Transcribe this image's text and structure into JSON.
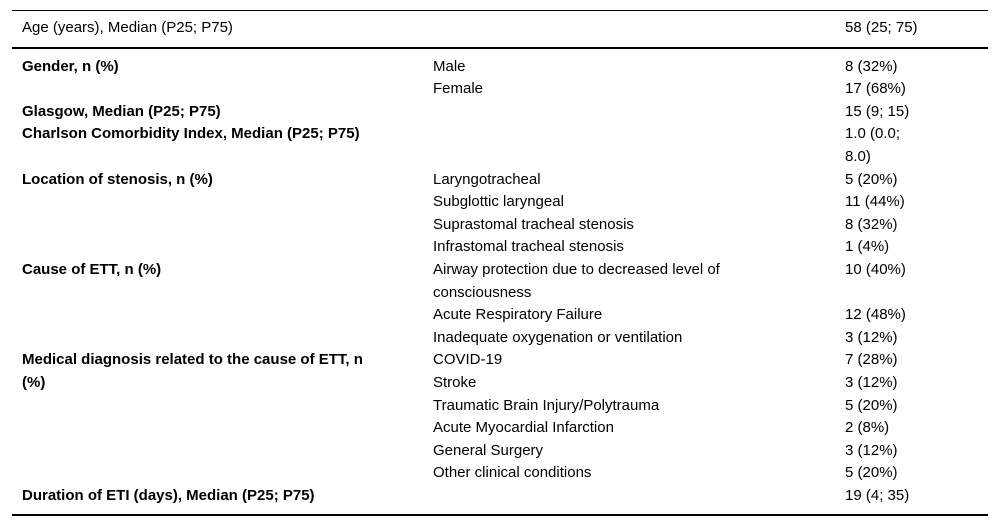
{
  "colors": {
    "background": "#ffffff",
    "text": "#000000",
    "rule": "#000000"
  },
  "table": {
    "rows": [
      {
        "label": "Age (years), Median (P25; P75)",
        "category": "",
        "value": "58 (25; 75)"
      },
      {
        "label": "Gender, n (%)",
        "category": "Male",
        "value": "8 (32%)"
      },
      {
        "category": "Female",
        "value": "17 (68%)"
      },
      {
        "label": "Glasgow, Median (P25; P75)",
        "category": "",
        "value": "15 (9; 15)"
      },
      {
        "label": "Charlson Comorbidity Index, Median (P25; P75)",
        "category": "",
        "value": "1.0 (0.0;\n8.0)"
      },
      {
        "label": "Location of stenosis, n (%)",
        "category": "Laryngotracheal",
        "value": "5 (20%)"
      },
      {
        "category": "Subglottic laryngeal",
        "value": "11 (44%)"
      },
      {
        "category": "Suprastomal tracheal stenosis",
        "value": "8 (32%)"
      },
      {
        "category": "Infrastomal tracheal stenosis",
        "value": "1 (4%)"
      },
      {
        "label": "Cause of ETT, n (%)",
        "category": "Airway protection due to decreased level of\nconsciousness",
        "value": "10 (40%)"
      },
      {
        "category": "Acute Respiratory Failure",
        "value": "12 (48%)"
      },
      {
        "category": "Inadequate oxygenation or ventilation",
        "value": "3 (12%)"
      },
      {
        "label": "Medical diagnosis related to the cause of ETT, n\n(%)",
        "category": "COVID-19",
        "value": "7 (28%)"
      },
      {
        "category": "Stroke",
        "value": "3 (12%)"
      },
      {
        "category": "Traumatic Brain Injury/Polytrauma",
        "value": "5 (20%)"
      },
      {
        "category": "Acute Myocardial Infarction",
        "value": "2 (8%)"
      },
      {
        "category": "General Surgery",
        "value": "3 (12%)"
      },
      {
        "category": "Other clinical conditions",
        "value": "5 (20%)"
      },
      {
        "label": "Duration of ETI (days), Median (P25; P75)",
        "category": "",
        "value": "19 (4; 35)"
      }
    ]
  }
}
